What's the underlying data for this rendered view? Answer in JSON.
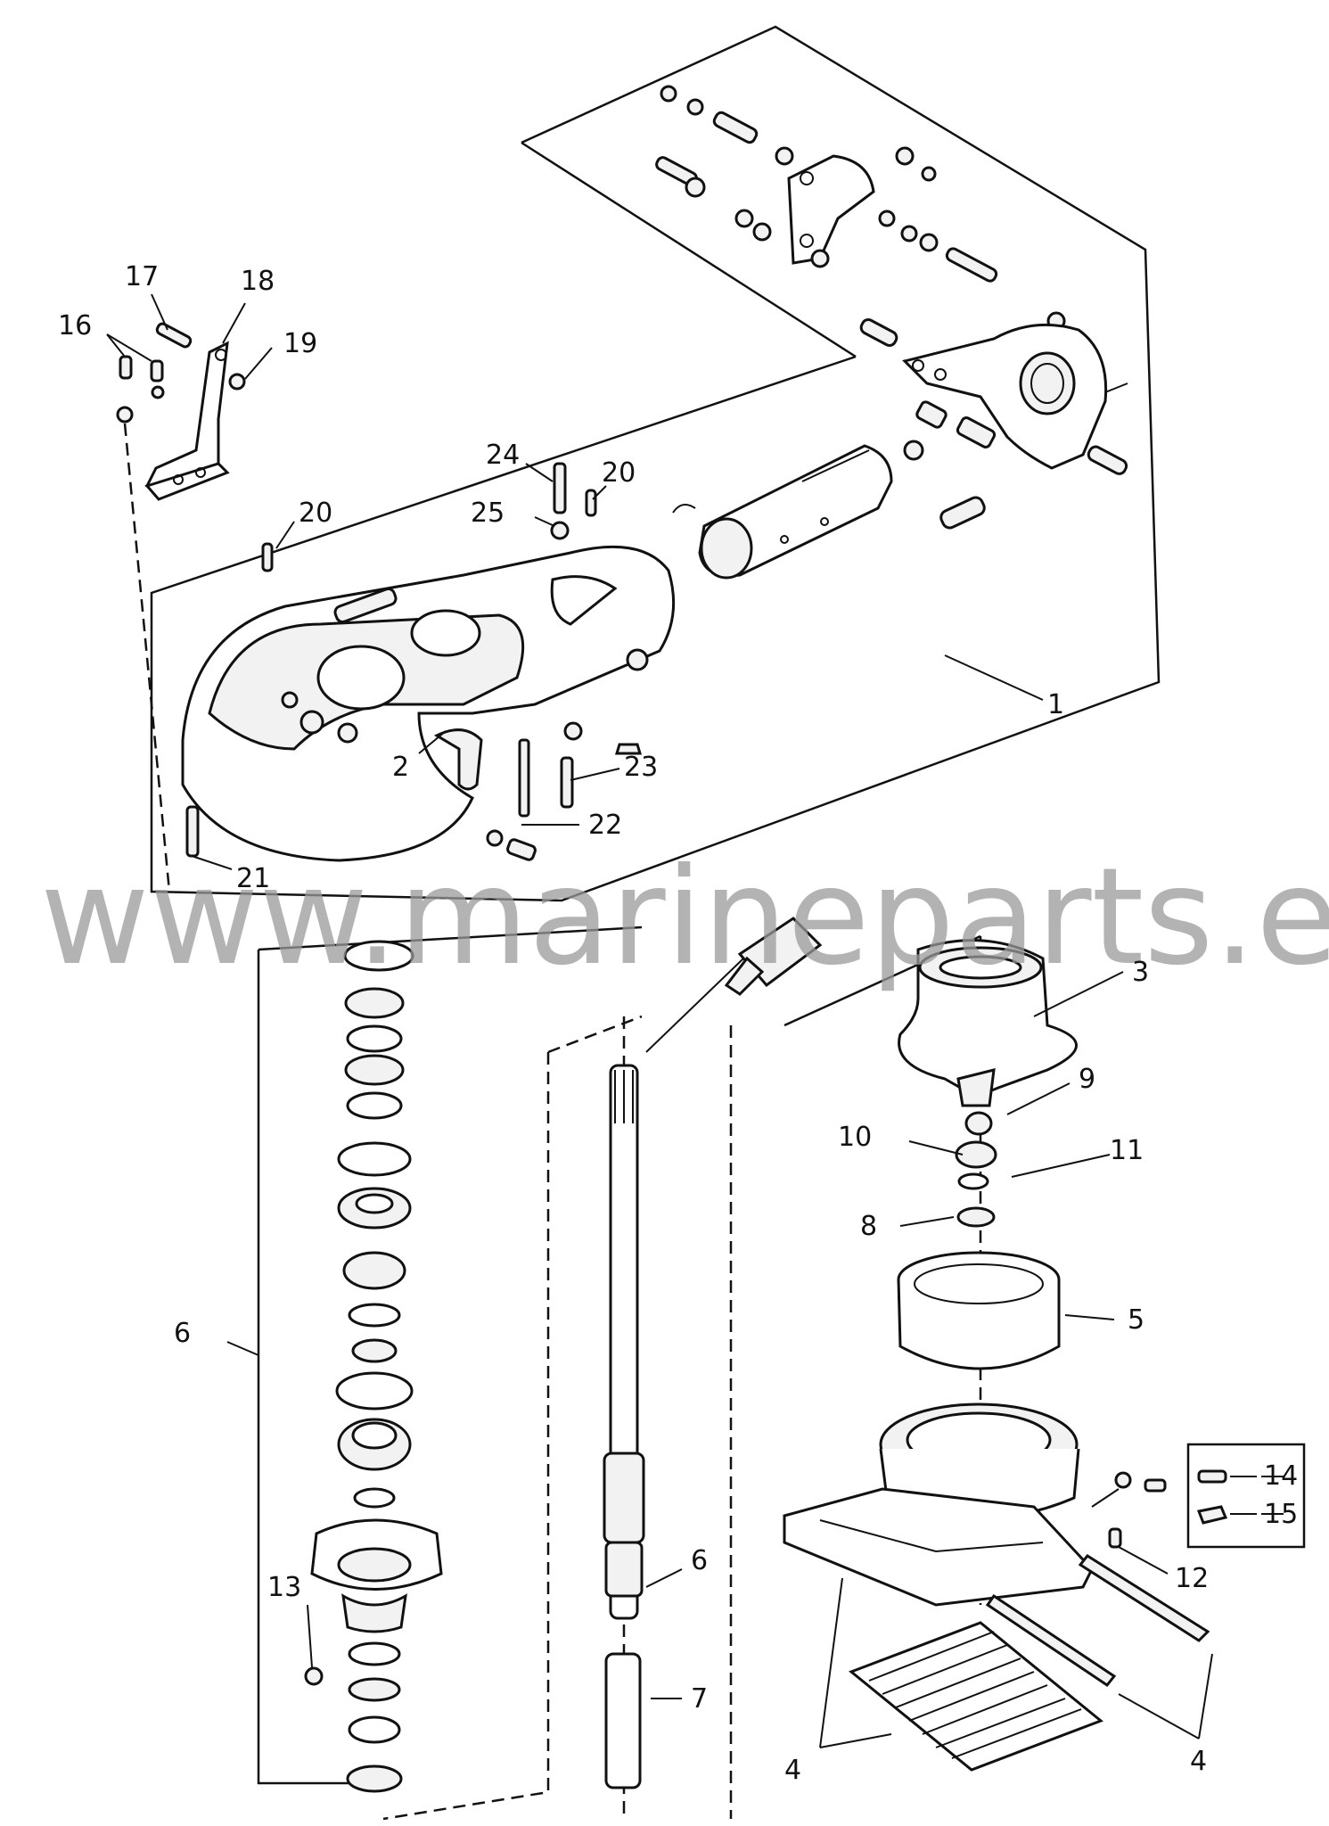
{
  "watermark": "www.marineparts.eu",
  "callouts": {
    "c1": "1",
    "c2": "2",
    "c3": "3",
    "c4a": "4",
    "c4b": "4",
    "c5": "5",
    "c6a": "6",
    "c6b": "6",
    "c7": "7",
    "c8": "8",
    "c9": "9",
    "c10": "10",
    "c11": "11",
    "c12": "12",
    "c13": "13",
    "c14": "14",
    "c15": "15",
    "c16": "16",
    "c17": "17",
    "c18": "18",
    "c19": "19",
    "c20a": "20",
    "c20b": "20",
    "c21": "21",
    "c22": "22",
    "c23": "23",
    "c24": "24",
    "c25": "25"
  }
}
